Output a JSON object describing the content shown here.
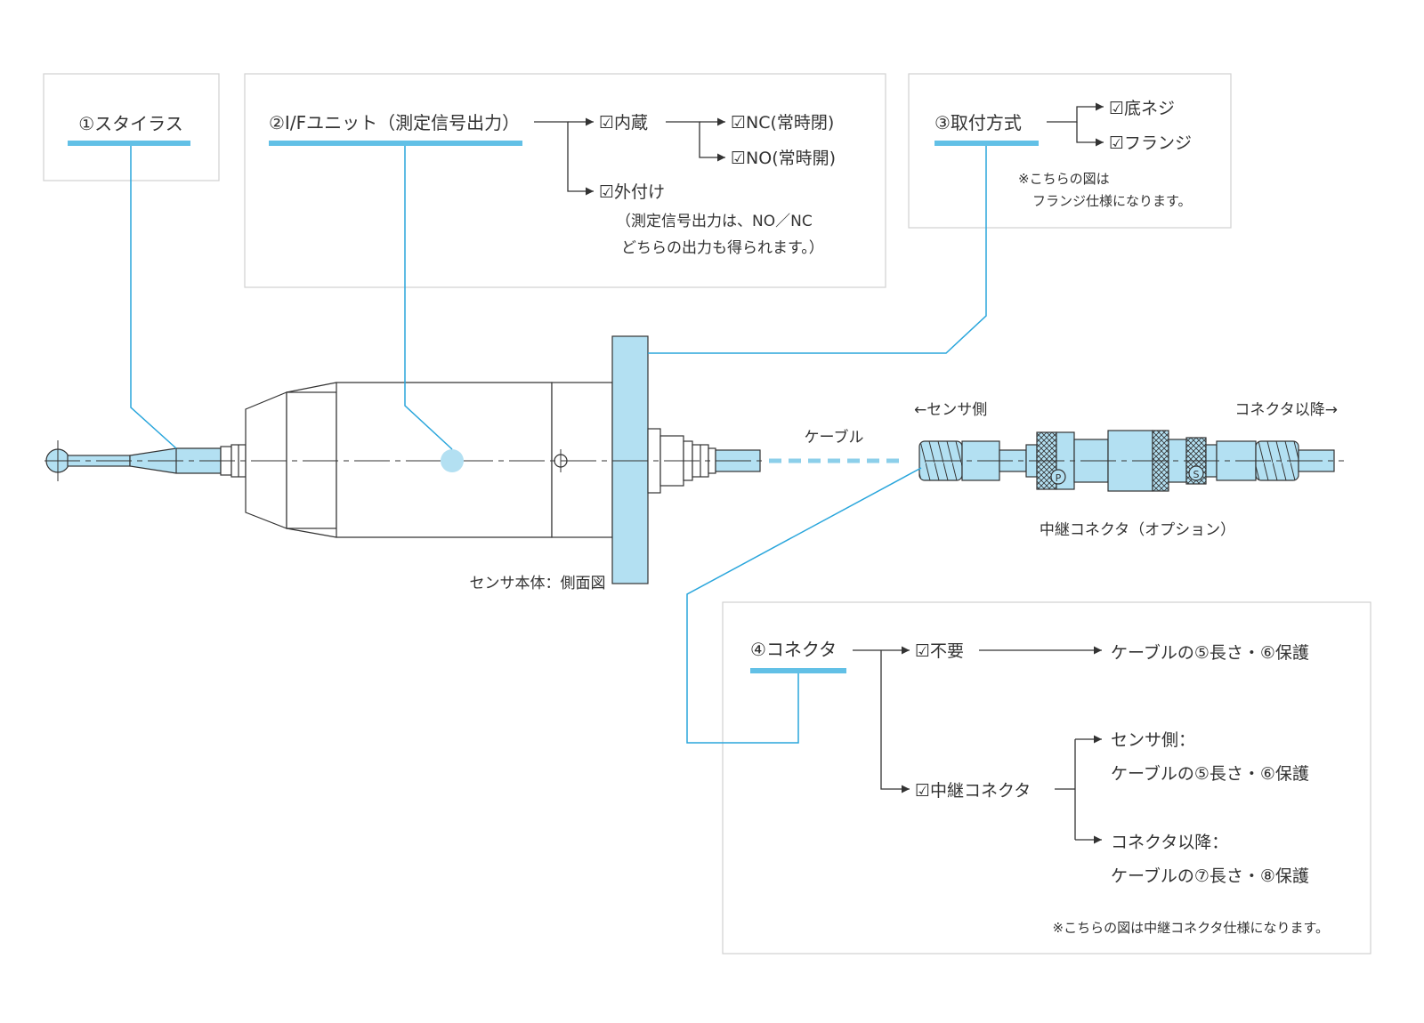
{
  "colors": {
    "accent": "#62c0e6",
    "fill": "#b3e0f2",
    "line": "#2aa6dc",
    "ink": "#333333",
    "box": "#d0d0d0"
  },
  "box1": {
    "title": "①スタイラス"
  },
  "box2": {
    "title": "②I/Fユニット（測定信号出力）",
    "opt_builtin": "☑内蔵",
    "opt_nc": "☑NC(常時閉)",
    "opt_no": "☑NO(常時開)",
    "opt_external": "☑外付け",
    "note_line1": "（測定信号出力は、NO／NC",
    "note_line2": "どちらの出力も得られます。）"
  },
  "box3": {
    "title": "③取付方式",
    "opt_bottom": "☑底ネジ",
    "opt_flange": "☑フランジ",
    "note_line1": "※こちらの図は",
    "note_line2": "フランジ仕様になります。"
  },
  "box4": {
    "title": "④コネクタ",
    "opt_none": "☑不要",
    "opt_none_result": "ケーブルの⑤長さ・⑥保護",
    "opt_relay": "☑中継コネクタ",
    "sensor_side": "センサ側：",
    "sensor_side_result": "ケーブルの⑤長さ・⑥保護",
    "after_connector": "コネクタ以降：",
    "after_connector_result": "ケーブルの⑦長さ・⑧保護",
    "note": "※こちらの図は中継コネクタ仕様になります。"
  },
  "drawing": {
    "sensor_caption": "センサ本体：側面図",
    "cable_label": "ケーブル",
    "sensor_side_arrow": "←センサ側",
    "connector_after_arrow": "コネクタ以降→",
    "relay_caption": "中継コネクタ（オプション）",
    "mark_p": "P",
    "mark_s": "S"
  }
}
